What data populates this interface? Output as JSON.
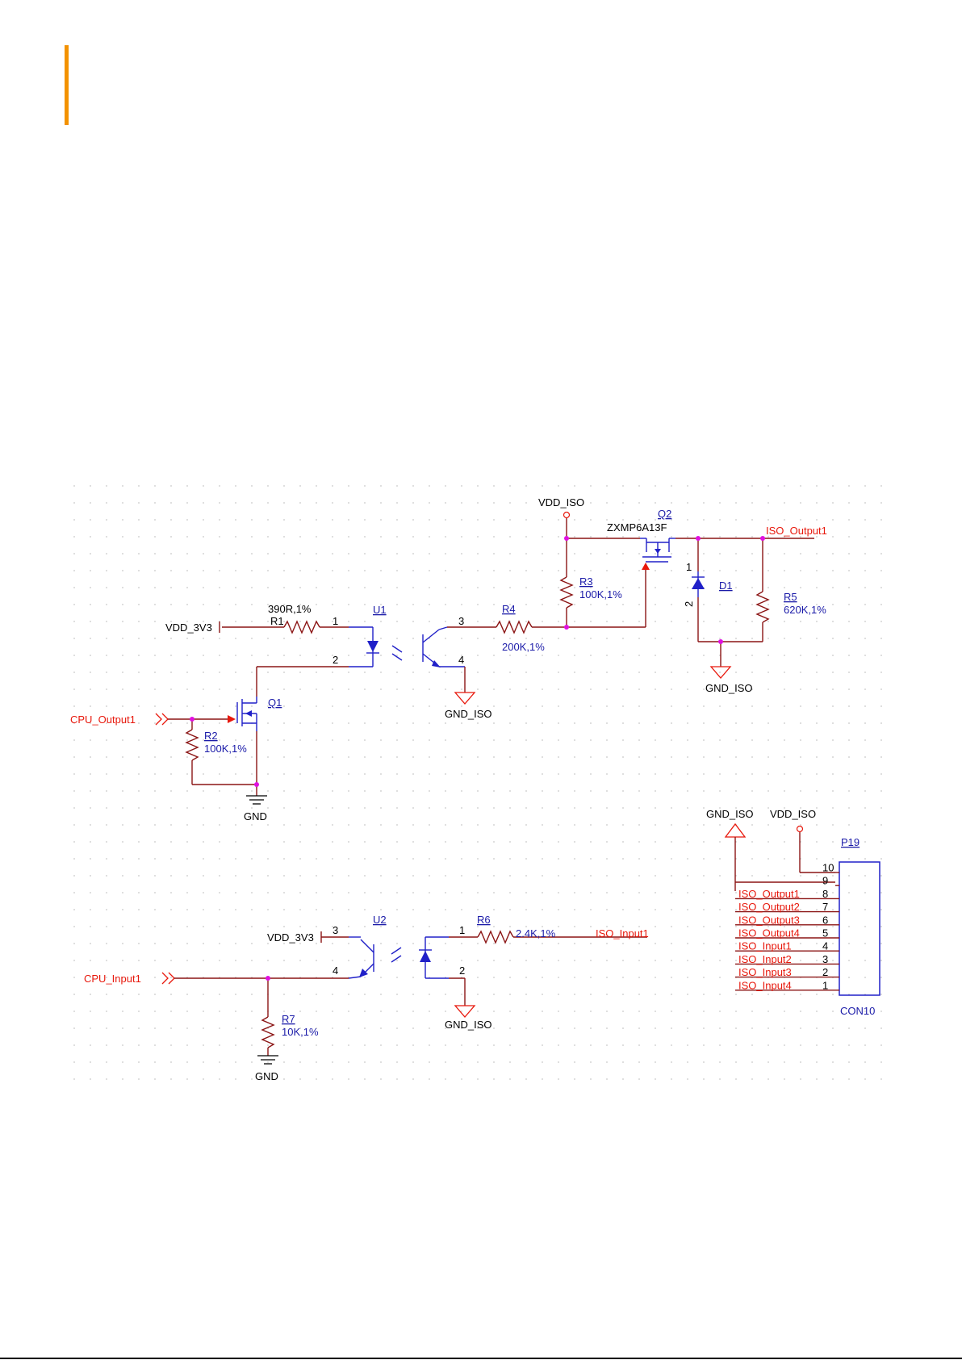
{
  "colors": {
    "accent": "#f39200",
    "net_wire": "#8b1515",
    "part_wire": "#2020c8",
    "net_label": "#e8180c",
    "designator": "#1a1aa8",
    "junction": "#e010e0",
    "grid_dot": "#c8c8c8"
  },
  "schematic": {
    "power": {
      "vdd_iso_top": "VDD_ISO",
      "vdd_3v3_a": "VDD_3V3",
      "vdd_3v3_b": "VDD_3V3",
      "gnd_iso_u1": "GND_ISO",
      "gnd_iso_d1": "GND_ISO",
      "gnd_q1": "GND",
      "gnd_iso_conn": "GND_ISO",
      "vdd_iso_conn": "VDD_ISO",
      "gnd_iso_u2": "GND_ISO",
      "gnd_r7": "GND"
    },
    "ports": {
      "cpu_output1": "CPU_Output1",
      "cpu_input1": "CPU_Input1",
      "iso_output1": "ISO_Output1",
      "iso_input1": "ISO_Input1"
    },
    "components": {
      "r1": {
        "ref": "R1",
        "value": "390R,1%"
      },
      "r2": {
        "ref": "R2",
        "value": "100K,1%"
      },
      "r3": {
        "ref": "R3",
        "value": "100K,1%"
      },
      "r4": {
        "ref": "R4",
        "value": "200K,1%"
      },
      "r5": {
        "ref": "R5",
        "value": "620K,1%"
      },
      "r6": {
        "ref": "R6",
        "value": "2.4K,1%"
      },
      "r7": {
        "ref": "R7",
        "value": "10K,1%"
      },
      "u1": {
        "ref": "U1"
      },
      "u2": {
        "ref": "U2"
      },
      "q1": {
        "ref": "Q1"
      },
      "q2": {
        "ref": "Q2",
        "value": "ZXMP6A13F"
      },
      "d1": {
        "ref": "D1"
      },
      "p19": {
        "ref": "P19",
        "value": "CON10"
      }
    },
    "pins": {
      "u1_1": "1",
      "u1_2": "2",
      "u1_3": "3",
      "u1_4": "4",
      "u2_1": "1",
      "u2_2": "2",
      "u2_3": "3",
      "u2_4": "4",
      "d1_1": "1",
      "d1_2": "2"
    },
    "connector_pins": [
      {
        "num": "10",
        "label": ""
      },
      {
        "num": "9",
        "label": ""
      },
      {
        "num": "8",
        "label": "ISO_Output1"
      },
      {
        "num": "7",
        "label": "ISO_Output2"
      },
      {
        "num": "6",
        "label": "ISO_Output3"
      },
      {
        "num": "5",
        "label": "ISO_Output4"
      },
      {
        "num": "4",
        "label": "ISO_Input1"
      },
      {
        "num": "3",
        "label": "ISO_Input2"
      },
      {
        "num": "2",
        "label": "ISO_Input3"
      },
      {
        "num": "1",
        "label": "ISO_Input4"
      }
    ]
  }
}
